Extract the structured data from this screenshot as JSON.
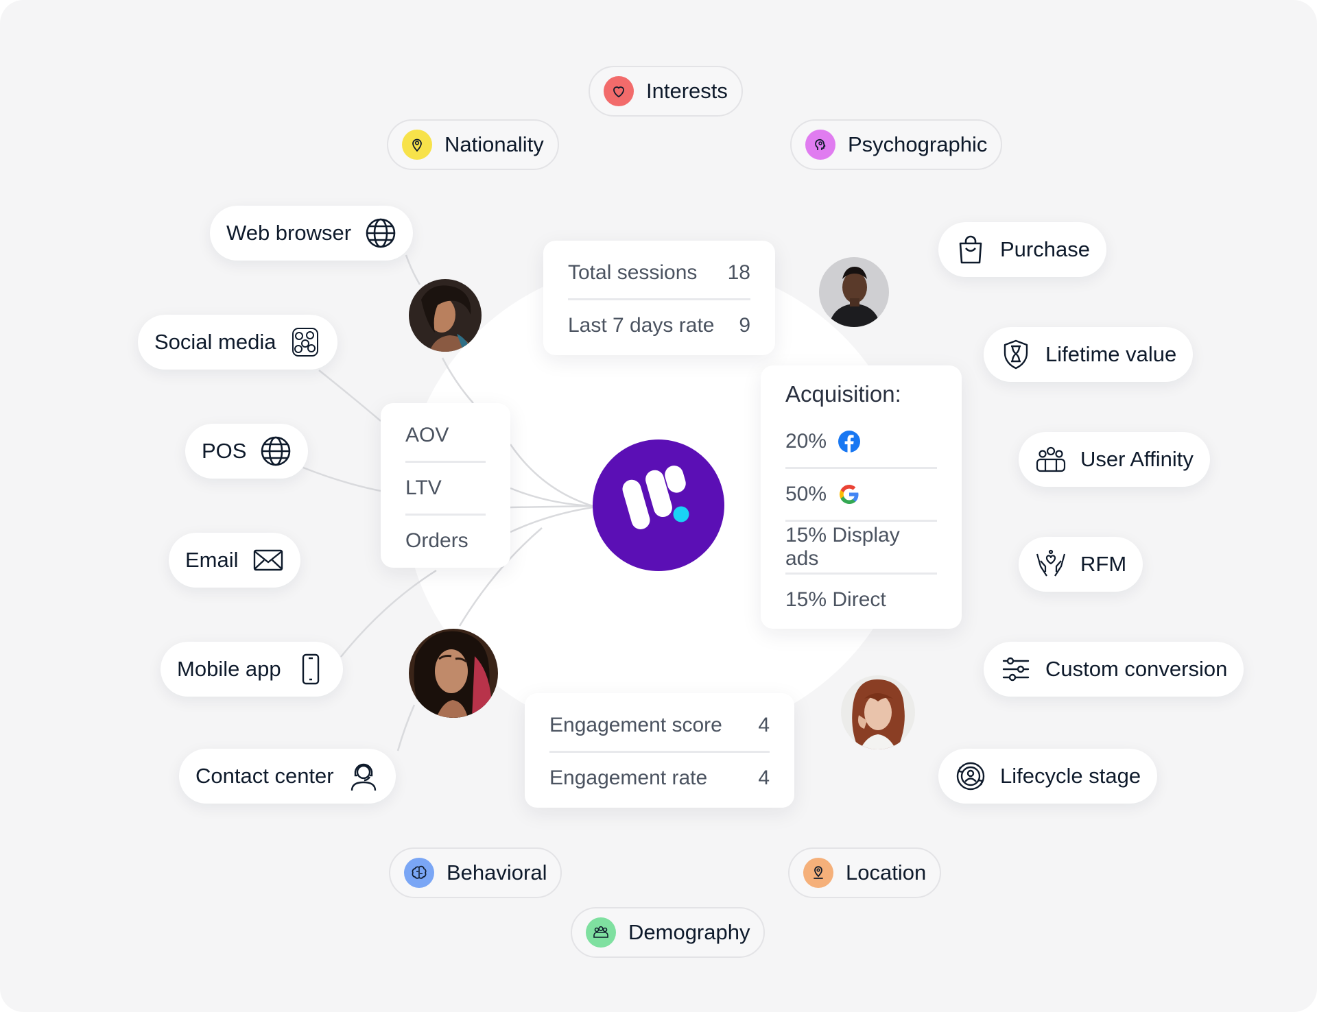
{
  "categories": {
    "interests": "Interests",
    "nationality": "Nationality",
    "psychographic": "Psychographic",
    "behavioral": "Behavioral",
    "location": "Location",
    "demography": "Demography"
  },
  "sources": {
    "web_browser": "Web browser",
    "social_media": "Social media",
    "pos": "POS",
    "email": "Email",
    "mobile_app": "Mobile app",
    "contact_center": "Contact center"
  },
  "traits": {
    "purchase": "Purchase",
    "lifetime_value": "Lifetime value",
    "user_affinity": "User Affinity",
    "rfm": "RFM",
    "custom_conversion": "Custom conversion",
    "lifecycle_stage": "Lifecycle stage"
  },
  "sessions_card": {
    "rows": [
      {
        "label": "Total sessions",
        "value": "18"
      },
      {
        "label": "Last 7 days rate",
        "value": "9"
      }
    ]
  },
  "metrics_card": {
    "rows": [
      "AOV",
      "LTV",
      "Orders"
    ]
  },
  "acquisition_card": {
    "title": "Acquisition:",
    "rows": [
      {
        "text": "20%",
        "icon": "facebook-icon"
      },
      {
        "text": "50%",
        "icon": "google-icon"
      },
      {
        "text": "15% Display ads"
      },
      {
        "text": "15% Direct"
      }
    ]
  },
  "engagement_card": {
    "rows": [
      {
        "label": "Engagement score",
        "value": "4"
      },
      {
        "label": "Engagement rate",
        "value": "4"
      }
    ]
  },
  "colors": {
    "logo_purple": "#5b0fb5",
    "logo_dot": "#1ad3f5",
    "interests_badge": "#f26b6b",
    "nationality_badge": "#f7e24a",
    "psychographic_badge": "#e07cf0",
    "behavioral_badge": "#7aa6f5",
    "location_badge": "#f5b07a",
    "demography_badge": "#7fe0a0"
  }
}
